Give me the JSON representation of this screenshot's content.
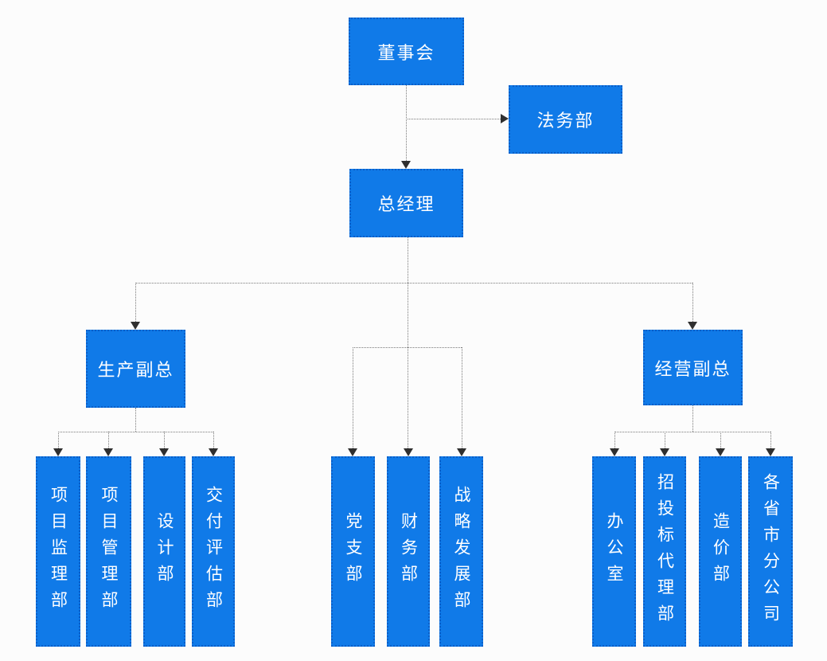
{
  "diagram": {
    "nodes": {
      "board": "董事会",
      "legal": "法务部",
      "general_manager": "总经理",
      "production_vp": "生产副总",
      "operations_vp": "经营副总"
    },
    "production_departments": [
      "项目监理部",
      "项目管理部",
      "设计部",
      "交付评估部"
    ],
    "gm_departments": [
      "党支部",
      "财务部",
      "战略发展部"
    ],
    "operations_departments": [
      "办公室",
      "招投标代理部",
      "造价部",
      "各省市分公司"
    ]
  },
  "colors": {
    "box_fill": "#107ae8",
    "box_border": "#0b5ec7",
    "box_text": "#ffffff",
    "line": "#7a7a7a",
    "arrow": "#2f2f2f",
    "bg": "#fcfcfc"
  }
}
